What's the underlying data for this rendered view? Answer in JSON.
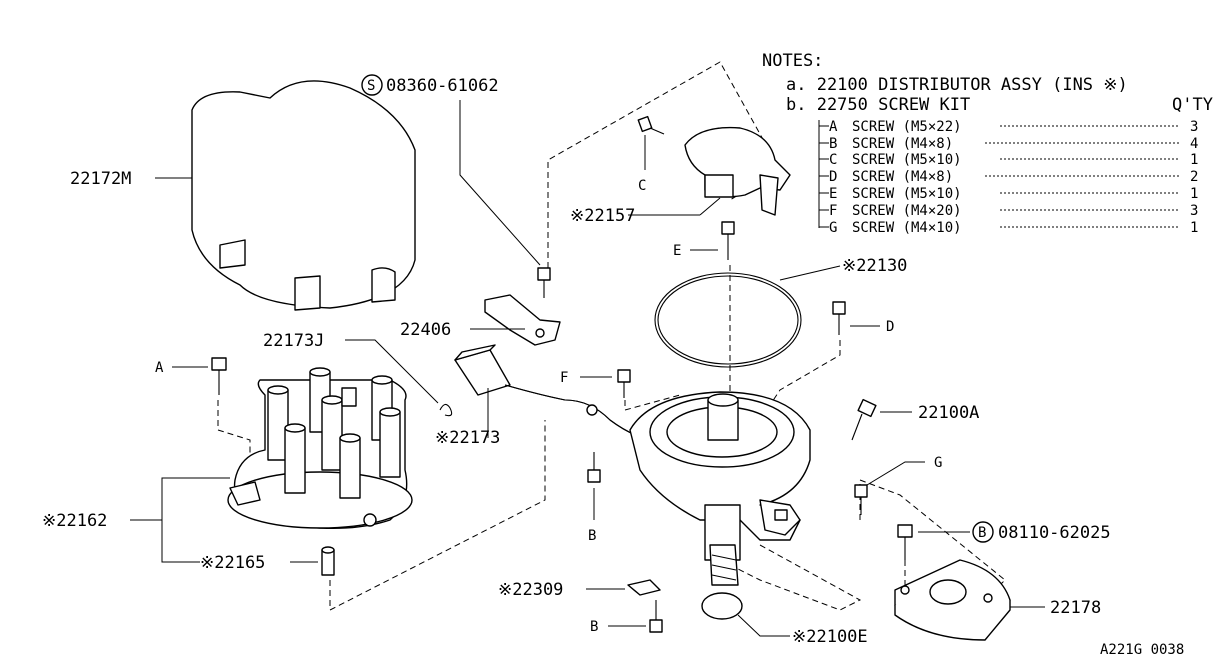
{
  "notes": {
    "title": "NOTES:",
    "a": "a. 22100 DISTRIBUTOR ASSY (INS ※)",
    "b": "b. 22750 SCREW KIT",
    "qty_header": "Q'TY",
    "screws": [
      {
        "letter": "A",
        "desc": "SCREW (M5×22)",
        "qty": "3"
      },
      {
        "letter": "B",
        "desc": "SCREW (M4×8)",
        "qty": "4"
      },
      {
        "letter": "C",
        "desc": "SCREW (M5×10)",
        "qty": "1"
      },
      {
        "letter": "D",
        "desc": "SCREW (M4×8)",
        "qty": "2"
      },
      {
        "letter": "E",
        "desc": "SCREW (M5×10)",
        "qty": "1"
      },
      {
        "letter": "F",
        "desc": "SCREW (M4×20)",
        "qty": "3"
      },
      {
        "letter": "G",
        "desc": "SCREW (M4×10)",
        "qty": "1"
      }
    ]
  },
  "labels": {
    "p22172M": "22172M",
    "s08360": "08360-61062",
    "s_circle": "S",
    "p22157": "※22157",
    "c": "C",
    "e": "E",
    "p22130": "※22130",
    "d": "D",
    "p22406": "22406",
    "p22173J": "22173J",
    "a": "A",
    "f": "F",
    "p22100A": "22100A",
    "p22173": "※22173",
    "g": "G",
    "p22162": "※22162",
    "b1": "B",
    "b08110": "08110-62025",
    "b_circle": "B",
    "p22165": "※22165",
    "p22309": "※22309",
    "p22178": "22178",
    "b2": "B",
    "p22100E": "※22100E",
    "figure_code": "A221G 0038"
  }
}
